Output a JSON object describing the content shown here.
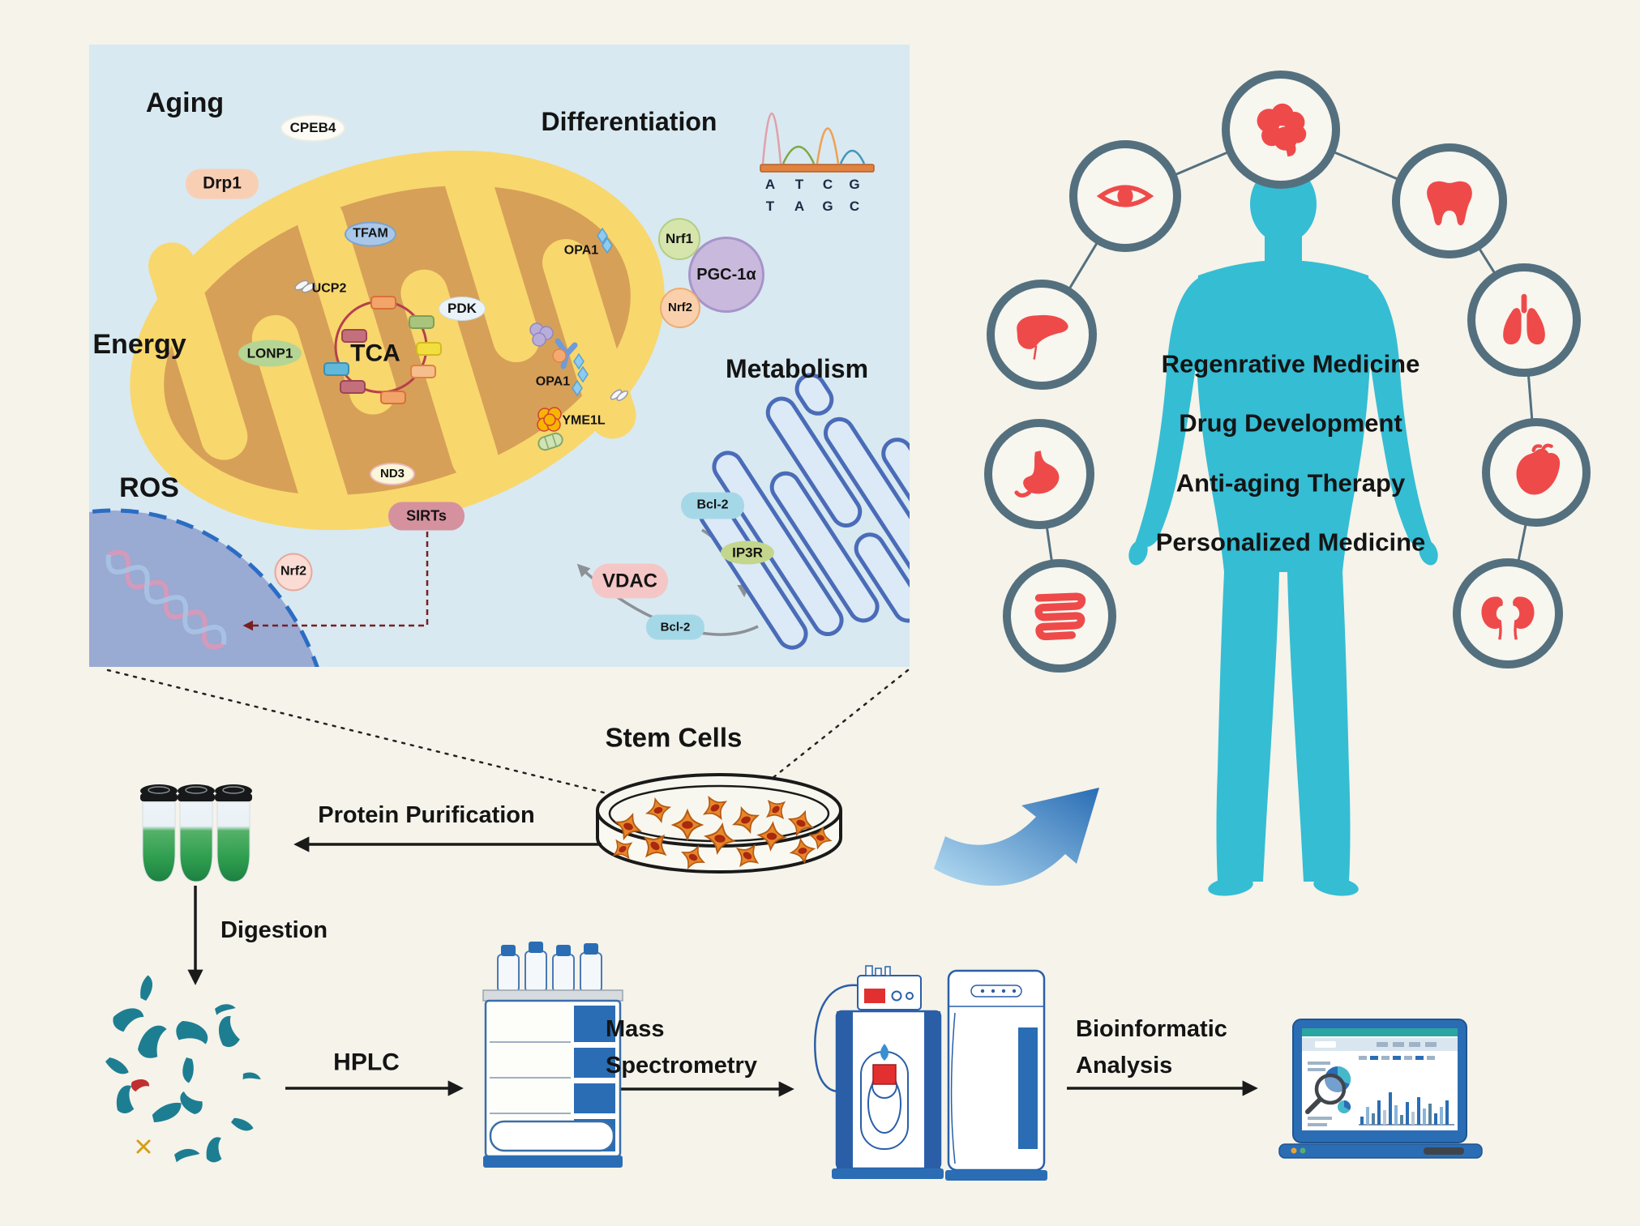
{
  "cell_panel": {
    "labels": {
      "aging": "Aging",
      "energy": "Energy",
      "ros": "ROS",
      "differentiation": "Differentiation",
      "metabolism": "Metabolism"
    },
    "molecules": {
      "cpeb4": "CPEB4",
      "drp1": "Drp1",
      "tfam": "TFAM",
      "ucp2": "UCP2",
      "pdk": "PDK",
      "tca": "TCA",
      "lonp1": "LONP1",
      "opa1_outer": "OPA1",
      "opa1_inner": "OPA1",
      "yme1l": "YME1L",
      "nd3": "ND3",
      "sirts": "SIRTs",
      "nrf2_nucleus": "Nrf2",
      "nrf1": "Nrf1",
      "pgc1a": "PGC-1α",
      "nrf2_pgc": "Nrf2",
      "bcl2_mam": "Bcl-2",
      "bcl2_er": "Bcl-2",
      "ip3r": "IP3R",
      "vdac": "VDAC"
    },
    "sequencing": {
      "row1": [
        "A",
        "T",
        "C",
        "G"
      ],
      "row2": [
        "T",
        "A",
        "G",
        "C"
      ]
    }
  },
  "applications": {
    "line1": "Regenrative Medicine",
    "line2": "Drug Development",
    "line3": "Anti-aging Therapy",
    "line4": "Personalized Medicine"
  },
  "organs": {
    "icons": [
      "eye",
      "brain",
      "tooth",
      "liver",
      "lungs",
      "stomach",
      "heart",
      "intestine",
      "kidneys"
    ]
  },
  "workflow": {
    "stem_cells": "Stem Cells",
    "protein_purification": "Protein Purification",
    "digestion": "Digestion",
    "hplc": "HPLC",
    "mass_spectrometry_line1": "Mass",
    "mass_spectrometry_line2": "Spectrometry",
    "bioinformatic_line1": "Bioinformatic",
    "bioinformatic_line2": "Analysis"
  },
  "colors": {
    "background": "#f5f3ea",
    "panel": "#d8e9f1",
    "mito_outer": "#f8d76d",
    "mito_inner": "#d7a058",
    "nucleus": "#8e9fce",
    "human": "#35bdd4",
    "organ_red": "#ee4a4a",
    "organ_ring": "#54707f",
    "machine_blue": "#2a6db5",
    "fragment_teal": "#1d7e92",
    "tube_green": "#2f9e4f"
  }
}
